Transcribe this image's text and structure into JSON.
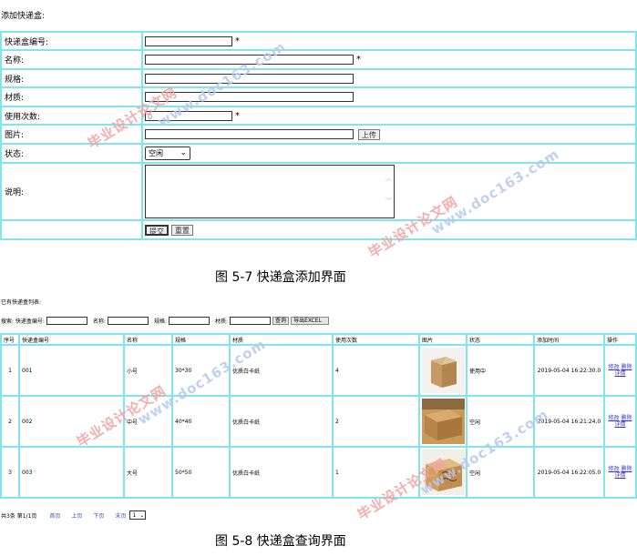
{
  "form": {
    "title": "添加快递盒:",
    "fields": {
      "code_label": "快递盒编号:",
      "name_label": "名称:",
      "spec_label": "规格:",
      "material_label": "材质:",
      "usage_label": "使用次数:",
      "usage_value": "0",
      "image_label": "图片:",
      "upload_label": "上传",
      "status_label": "状态:",
      "status_value": "空闲",
      "desc_label": "说明:",
      "required_mark": "*"
    },
    "submit_label": "提交",
    "reset_label": "重置"
  },
  "captions": {
    "add": "图 5-7 快递盒添加界面",
    "query": "图 5-8 快递盒查询界面"
  },
  "list": {
    "title": "已有快递盒列表:",
    "search": {
      "intro": "搜索: 快递盒编号:",
      "name_label": "名称:",
      "spec_label": "规格:",
      "material_label": "材质:",
      "query_label": "查询",
      "export_label": "导出EXCEL"
    },
    "columns": [
      "序号",
      "快递盒编号",
      "名称",
      "规格",
      "材质",
      "使用次数",
      "图片",
      "状态",
      "添加时间",
      "操作"
    ],
    "rows": [
      {
        "no": "1",
        "code": "001",
        "name": "小号",
        "spec": "30*30",
        "material": "优质白卡纸",
        "usage": "4",
        "status": "使用中",
        "time": "2019-05-04 16:22:30.0"
      },
      {
        "no": "2",
        "code": "002",
        "name": "中号",
        "spec": "40*40",
        "material": "优质白卡纸",
        "usage": "2",
        "status": "空闲",
        "time": "2019-05-04 16:21:24.0"
      },
      {
        "no": "3",
        "code": "003",
        "name": "大号",
        "spec": "50*50",
        "material": "优质白卡纸",
        "usage": "1",
        "status": "空闲",
        "time": "2019-05-04 16:22:05.0"
      }
    ],
    "ops": {
      "edit": "修改",
      "delete": "删除",
      "detail": "详情"
    },
    "pager": {
      "summary": "共3条 第1/1页",
      "first": "首页",
      "prev": "上页",
      "next": "下页",
      "last": "末页",
      "page_value": "1"
    }
  },
  "watermark": {
    "brand": "毕业设计论文网",
    "url": "www.doc163.com"
  }
}
